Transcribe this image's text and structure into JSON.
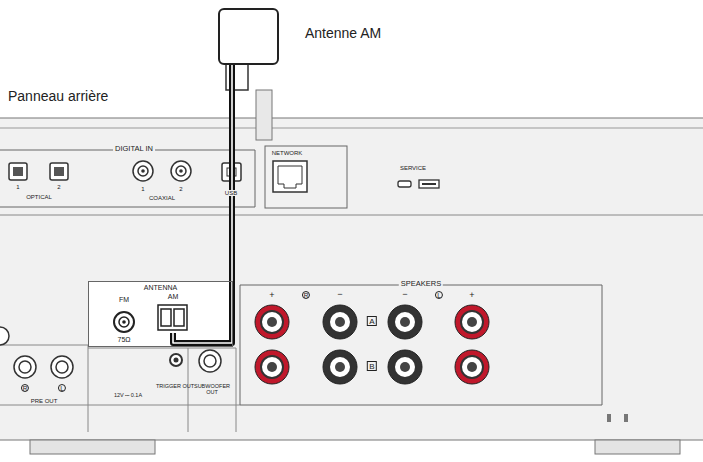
{
  "diagram": {
    "nodes": [
      {
        "text": [
          "Antenne AM"
        ]
      },
      {
        "text": [
          "ANTENNA"
        ]
      },
      {
        "text": [
          "AM"
        ],
        "in": 1
      }
    ],
    "edges": [
      {
        "from": 0,
        "to": 2,
        "arrow": "none"
      }
    ],
    "labels": [
      "Panneau arrière",
      "DIGITAL IN",
      "1",
      "2",
      "OPTICAL",
      "1",
      "2",
      "COAXIAL",
      "USB",
      "NETWORK",
      "SERVICE",
      "FM",
      "75Ω",
      "SPEAKERS",
      "+",
      "R",
      "−",
      "−",
      "L",
      "+",
      "A",
      "B",
      "R",
      "L",
      "PRE OUT",
      "12V ⎓ 0.1A",
      "TRIGGER OUT",
      "SUBWOOFER OUT"
    ]
  }
}
